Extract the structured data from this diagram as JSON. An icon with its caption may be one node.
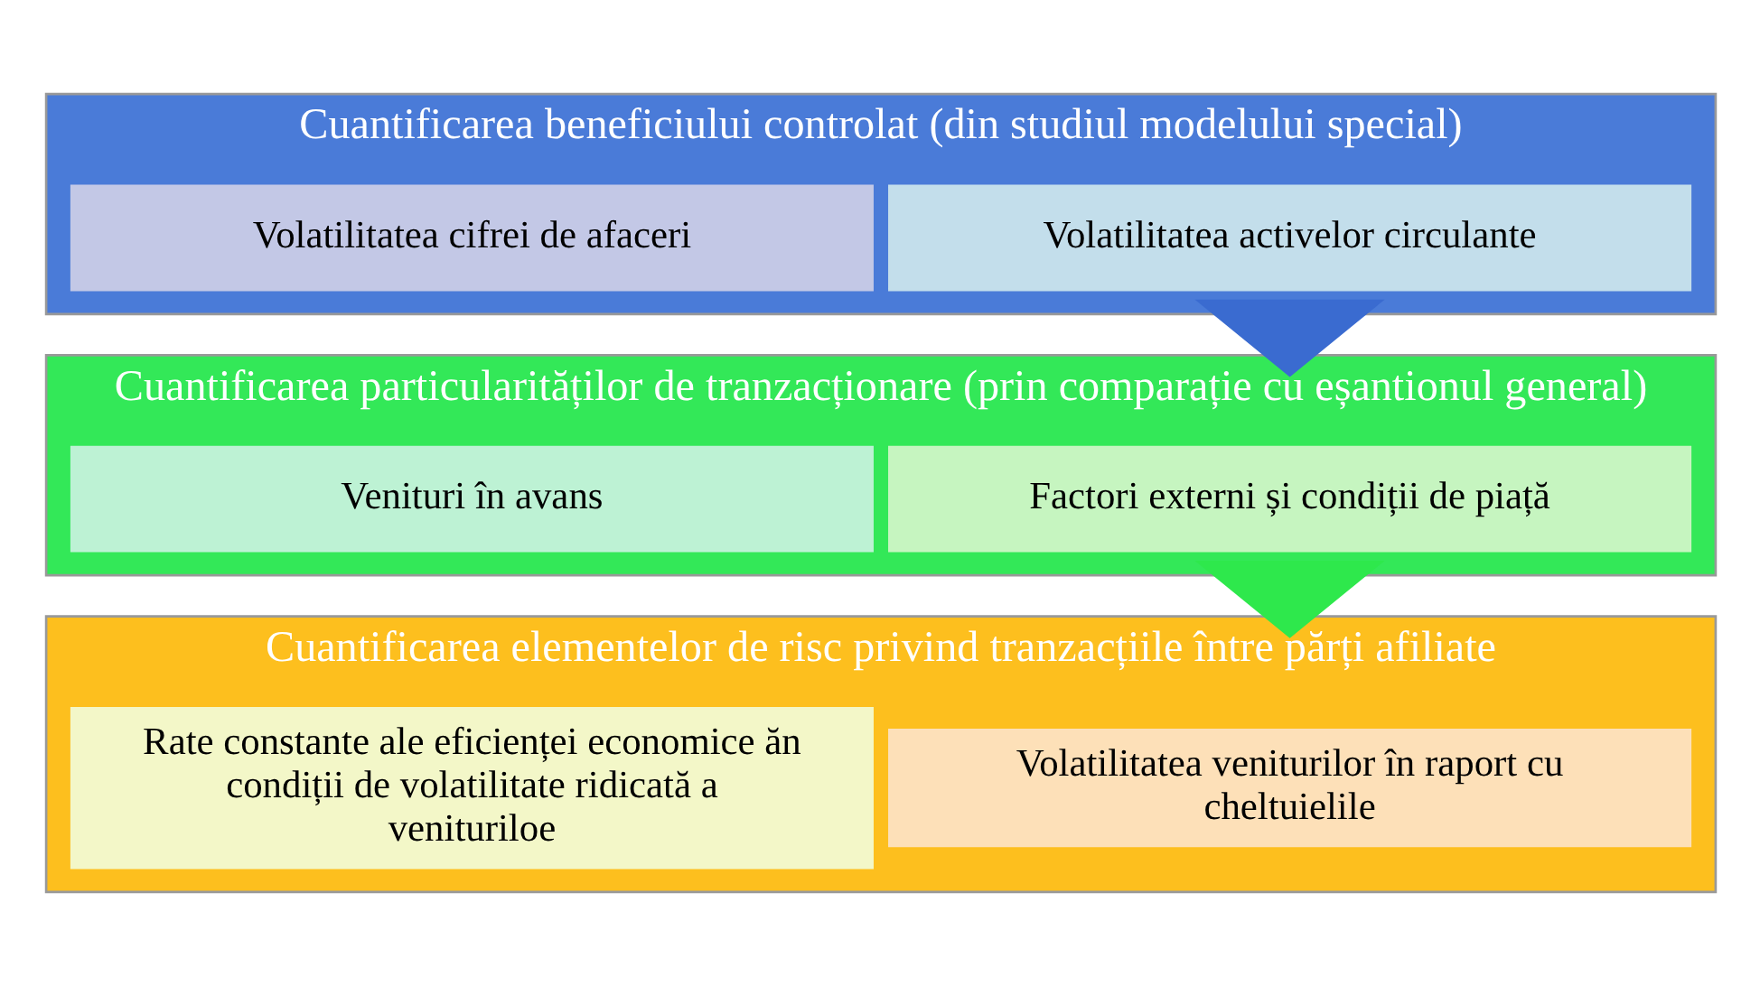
{
  "diagram": {
    "nodes": [
      {
        "text": [
          "Cuantificarea beneficiului controlat (din studiul modelului special)"
        ]
      },
      {
        "text": [
          "Volatilitatea activelor circulante"
        ],
        "in": 0
      },
      {
        "text": [
          "Volatilitatea cifrei de afaceri"
        ],
        "in": 0
      },
      {
        "text": [
          "Cuantificarea particularităților de tranzacționare (prin comparație cu eșantionul general)"
        ]
      },
      {
        "text": [
          "Factori externi și condiții de piață"
        ],
        "in": 3
      },
      {
        "text": [
          "Venituri în avans"
        ],
        "in": 3
      },
      {
        "text": [
          "Cuantificarea elementelor de risc privind tranzacțiile între părți afiliate"
        ]
      },
      {
        "text": [
          "Volatilitatea veniturilor în raport cu cheltuielile"
        ],
        "in": 6
      },
      {
        "text": [
          "Rate constante ale eficienței economice ăn condiții de volatilitate ridicată a venituriloe"
        ],
        "in": 6
      }
    ],
    "edges": [
      {
        "from": 0,
        "to": 3,
        "arrow": "to",
        "style": "thick",
        "color": "#3a6bd0"
      },
      {
        "from": 3,
        "to": 6,
        "arrow": "to",
        "style": "thick",
        "color": "#2ee84c"
      }
    ]
  }
}
